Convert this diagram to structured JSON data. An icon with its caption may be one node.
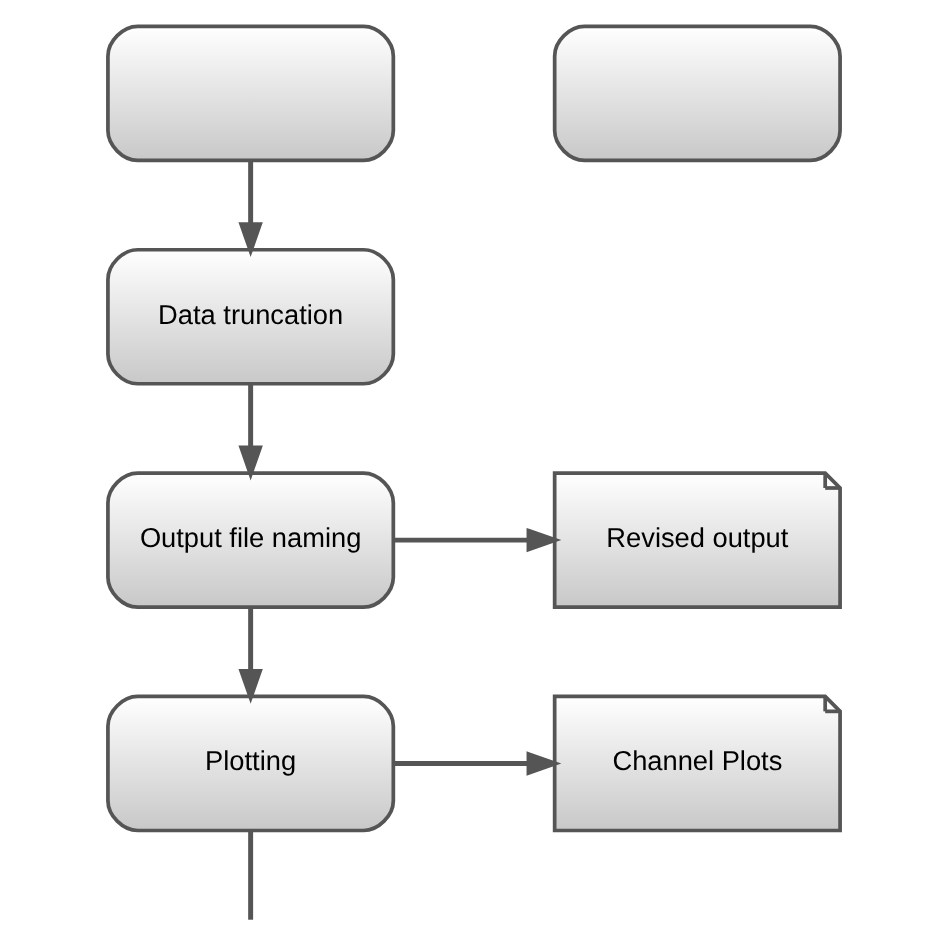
{
  "diagram": {
    "nodes": [
      {
        "text": [],
        "shape": "box"
      },
      {
        "text": [],
        "shape": "box"
      },
      {
        "text": [
          "Data truncation"
        ]
      },
      {
        "text": [
          "Output file naming"
        ]
      },
      {
        "text": [
          "Revised output"
        ]
      },
      {
        "text": [
          "Plotting"
        ]
      },
      {
        "text": [
          "Channel Plots"
        ]
      }
    ],
    "edges": [
      {
        "from": 0,
        "to": 2,
        "arrow": "to"
      },
      {
        "from": 2,
        "to": 3,
        "arrow": "to"
      },
      {
        "from": 3,
        "to": 4,
        "arrow": "to"
      },
      {
        "from": 3,
        "to": 5,
        "arrow": "to"
      },
      {
        "from": 5,
        "to": 6,
        "arrow": "to"
      },
      {
        "from": 5,
        "to": null,
        "arrow": "none"
      }
    ]
  }
}
